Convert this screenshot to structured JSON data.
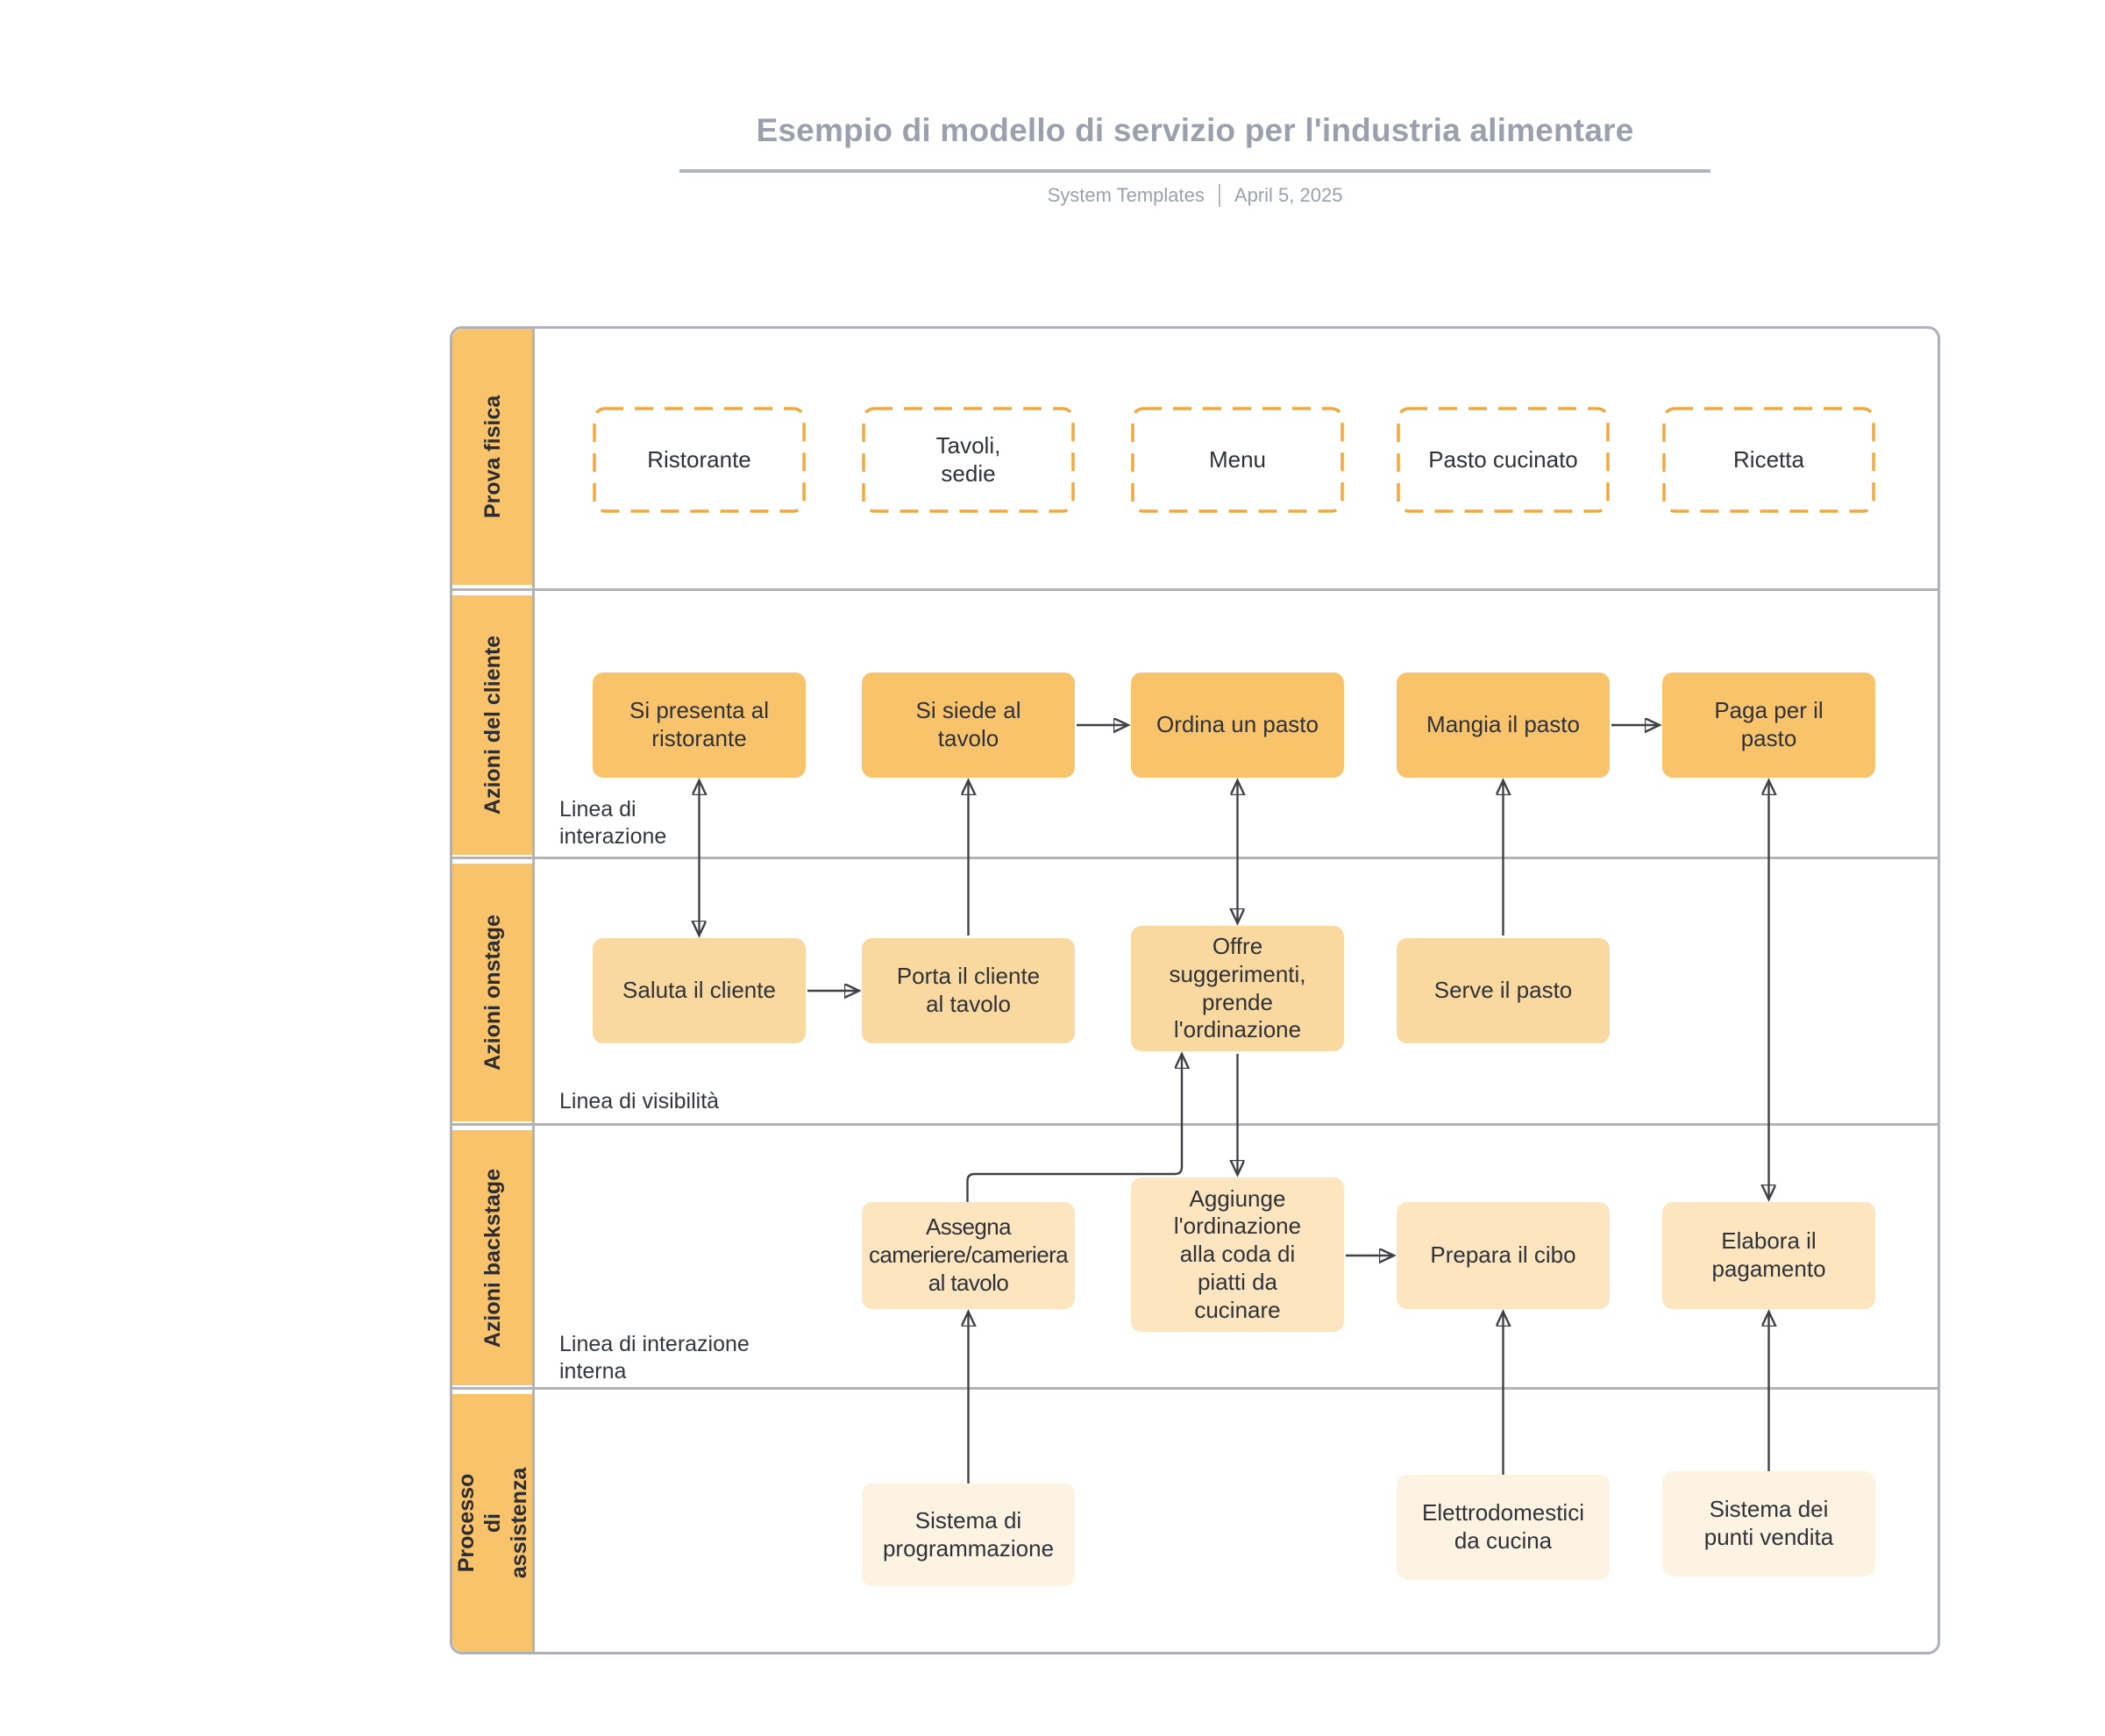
{
  "header": {
    "title": "Esempio di modello di servizio per l'industria alimentare",
    "source": "System Templates",
    "date": "April 5, 2025"
  },
  "lanes": [
    {
      "label": "Prova fisica"
    },
    {
      "label": "Azioni del cliente"
    },
    {
      "label": "Azioni onstage"
    },
    {
      "label": "Azioni backstage"
    },
    {
      "label": "Processo di assistenza"
    }
  ],
  "line_labels": {
    "interaction": "Linea di\ninterazione",
    "visibility": "Linea di visibilità",
    "internal": "Linea di interazione\ninterna"
  },
  "nodes": {
    "evidence": [
      "Ristorante",
      "Tavoli,\nsedie",
      "Menu",
      "Pasto cucinato",
      "Ricetta"
    ],
    "customer": [
      "Si presenta al\nristorante",
      "Si siede al\ntavolo",
      "Ordina un pasto",
      "Mangia il pasto",
      "Paga per il\npasto"
    ],
    "onstage": [
      "Saluta il cliente",
      "Porta il cliente\nal tavolo",
      "Offre\nsuggerimenti,\nprende\nl'ordinazione",
      "Serve il pasto"
    ],
    "backstage": [
      "Assegna\ncameriere/cameriera\nal tavolo",
      "Aggiunge\nl'ordinazione\nalla coda di\npiatti da\ncucinare",
      "Prepara il cibo",
      "Elabora il\npagamento"
    ],
    "support": [
      "Sistema di\nprogrammazione",
      "Elettrodomestici\nda cucina",
      "Sistema dei\npunti vendita"
    ]
  },
  "connections": [
    {
      "from": "Si presenta al ristorante",
      "to": "Saluta il cliente",
      "direction": "both"
    },
    {
      "from": "Porta il cliente al tavolo",
      "to": "Si siede al tavolo",
      "direction": "one-way"
    },
    {
      "from": "Si siede al tavolo",
      "to": "Ordina un pasto",
      "direction": "one-way"
    },
    {
      "from": "Ordina un pasto",
      "to": "Offre suggerimenti, prende l'ordinazione",
      "direction": "both"
    },
    {
      "from": "Mangia il pasto",
      "to": "Paga per il pasto",
      "direction": "one-way"
    },
    {
      "from": "Serve il pasto",
      "to": "Mangia il pasto",
      "direction": "one-way"
    },
    {
      "from": "Paga per il pasto",
      "to": "Elabora il pagamento",
      "direction": "both"
    },
    {
      "from": "Saluta il cliente",
      "to": "Porta il cliente al tavolo",
      "direction": "one-way"
    },
    {
      "from": "Assegna cameriere/cameriera al tavolo",
      "to": "Offre suggerimenti, prende l'ordinazione",
      "direction": "one-way"
    },
    {
      "from": "Offre suggerimenti, prende l'ordinazione",
      "to": "Aggiunge l'ordinazione alla coda di piatti da cucinare",
      "direction": "one-way"
    },
    {
      "from": "Aggiunge l'ordinazione alla coda di piatti da cucinare",
      "to": "Prepara il cibo",
      "direction": "one-way"
    },
    {
      "from": "Sistema di programmazione",
      "to": "Assegna cameriere/cameriera al tavolo",
      "direction": "one-way"
    },
    {
      "from": "Elettrodomestici da cucina",
      "to": "Prepara il cibo",
      "direction": "one-way"
    },
    {
      "from": "Sistema dei punti vendita",
      "to": "Elabora il pagamento",
      "direction": "one-way"
    }
  ],
  "colors": {
    "lane_header": "#F9C36B",
    "customer_node": "#F9C36B",
    "onstage_node": "#FAD9A0",
    "backstage_node": "#FCE5BF",
    "support_node": "#FDF3E3",
    "evidence_border": "#F3A73D",
    "divider_gray": "#B3B3B3",
    "arrow": "#404147",
    "title_gray": "#9AA1AD"
  }
}
